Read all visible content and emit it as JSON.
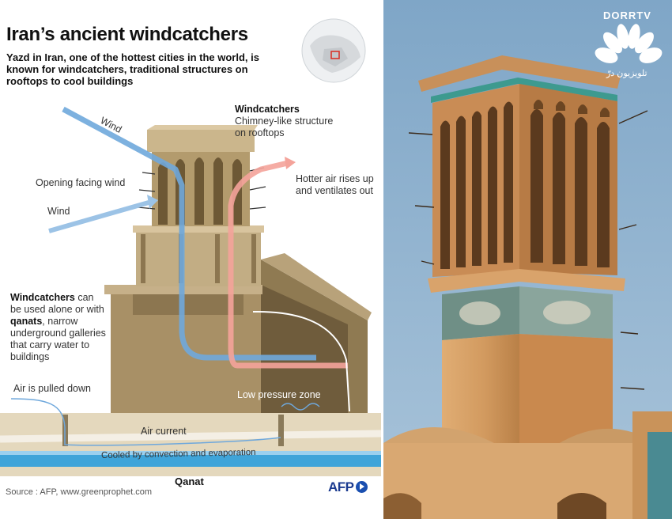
{
  "infographic": {
    "title": "Iran’s ancient windcatchers",
    "subtitle": "Yazd in Iran, one of the hottest cities in the world, is known for windcatchers, traditional structures on rooftops to cool buildings",
    "labels": {
      "wind_top": "Wind",
      "wind_side": "Wind",
      "opening_facing_wind": "Opening facing wind",
      "windcatchers_heading": "Windcatchers",
      "windcatchers_desc": "Chimney-like structure on rooftops",
      "hotter_air": "Hotter air rises up and ventilates out",
      "qanat_note_bold1": "Windcatchers",
      "qanat_note_text1": " can be used alone or with ",
      "qanat_note_bold2": "qanats",
      "qanat_note_text2": ", narrow underground galleries that carry water to buildings",
      "air_pulled_down": "Air is pulled down",
      "low_pressure_zone": "Low pressure zone",
      "air_current": "Air current",
      "cooled_by": "Cooled by convection and evaporation",
      "qanat": "Qanat"
    },
    "source": "Source : AFP, www.greenprophet.com",
    "logo": "AFP"
  },
  "photo": {
    "watermark_name": "DORRTV",
    "watermark_sub": "تلویزیون درّ"
  },
  "colors": {
    "cool_air": "#6fa8dc",
    "hot_air": "#f4a39a",
    "earth": "#d8c9a8",
    "water": "#3fa4d9",
    "building": "#b39b6d",
    "sky": "#8fb3d1",
    "adobe": "#d5a36b",
    "afp_blue": "#1a4fb0"
  },
  "icons": [
    "globe-locator-icon",
    "afp-play-icon",
    "peacock-logo-icon"
  ]
}
